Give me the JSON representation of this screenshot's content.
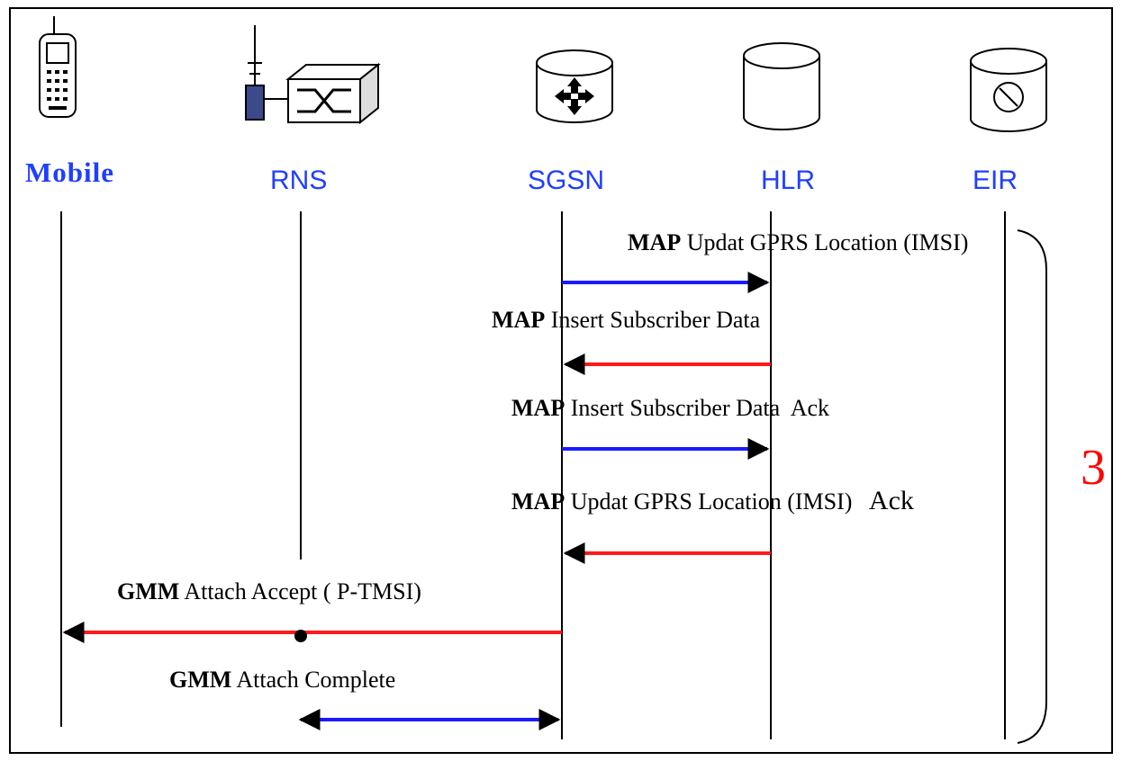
{
  "entities": [
    {
      "key": "mobile",
      "label": "Mobile",
      "icon": "mobile-phone-icon"
    },
    {
      "key": "rns",
      "label": "RNS",
      "icon": "radio-network-icon"
    },
    {
      "key": "sgsn",
      "label": "SGSN",
      "icon": "router-node-icon"
    },
    {
      "key": "hlr",
      "label": "HLR",
      "icon": "database-icon"
    },
    {
      "key": "eir",
      "label": "EIR",
      "icon": "equipment-register-icon"
    }
  ],
  "messages": [
    {
      "proto": "MAP",
      "text": "Updat GPRS Location (IMSI)",
      "from": "sgsn",
      "to": "hlr",
      "color": "#1a1aff"
    },
    {
      "proto": "MAP",
      "text": "Insert Subscriber Data",
      "from": "hlr",
      "to": "sgsn",
      "color": "#ff1a1a"
    },
    {
      "proto": "MAP",
      "text": "Insert Subscriber Data  Ack",
      "from": "sgsn",
      "to": "hlr",
      "color": "#1a1aff"
    },
    {
      "proto": "MAP",
      "text": "Updat GPRS Location (IMSI)",
      "extra": "Ack",
      "from": "hlr",
      "to": "sgsn",
      "color": "#ff1a1a"
    },
    {
      "proto": "GMM",
      "text": "Attach Accept ( P-TMSI)",
      "from": "sgsn",
      "to": "mobile",
      "color": "#ff1a1a"
    },
    {
      "proto": "GMM",
      "text": "Attach Complete",
      "from": "rns",
      "to": "sgsn",
      "color": "#1a1aff"
    }
  ],
  "step_label": "3",
  "colors": {
    "entity_label": "#1f3fff",
    "request": "#1a1aff",
    "response": "#ff1a1a",
    "step": "#ff0000"
  }
}
